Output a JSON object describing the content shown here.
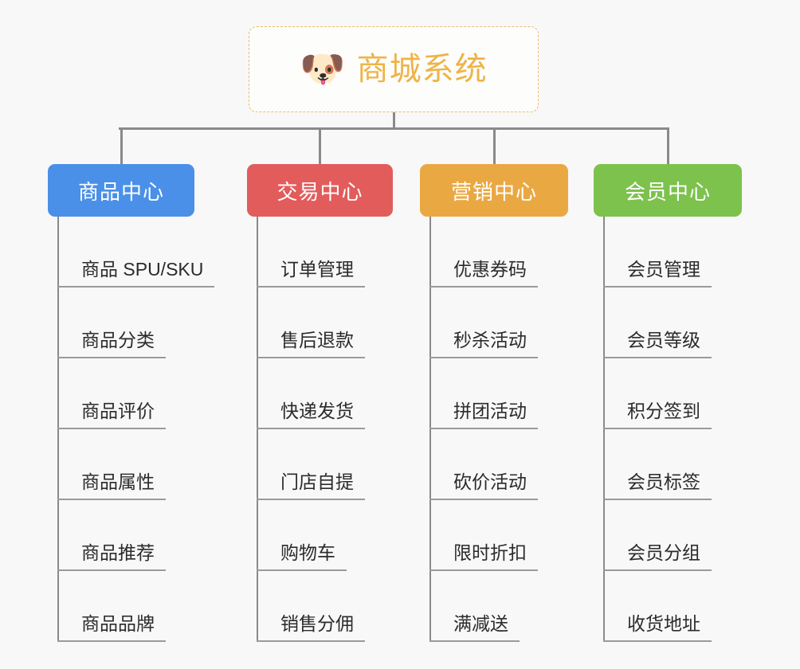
{
  "page": {
    "background": "#f8f8f8",
    "line_color": "#8a8a8a"
  },
  "root": {
    "icon": "shiba-dog-face-icon",
    "emoji": "🐶",
    "title": "商城系统",
    "title_color": "#eeb447",
    "border_color": "#eabc6a"
  },
  "columns": [
    {
      "header": "商品中心",
      "color": "#4a90e8",
      "items": [
        "商品 SPU/SKU",
        "商品分类",
        "商品评价",
        "商品属性",
        "商品推荐",
        "商品品牌"
      ]
    },
    {
      "header": "交易中心",
      "color": "#e25c5c",
      "items": [
        "订单管理",
        "售后退款",
        "快递发货",
        "门店自提",
        "购物车",
        "销售分佣"
      ]
    },
    {
      "header": "营销中心",
      "color": "#eaa843",
      "items": [
        "优惠券码",
        "秒杀活动",
        "拼团活动",
        "砍价活动",
        "限时折扣",
        "满减送"
      ]
    },
    {
      "header": "会员中心",
      "color": "#7cc24c",
      "items": [
        "会员管理",
        "会员等级",
        "积分签到",
        "会员标签",
        "会员分组",
        "收货地址"
      ]
    }
  ]
}
